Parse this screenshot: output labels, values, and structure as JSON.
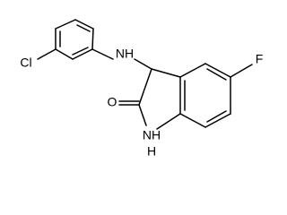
{
  "diagram": {
    "labels": {
      "chlorine": "Cl",
      "amine_nh": "NH",
      "fluorine": "F",
      "carbonyl_oxygen": "O",
      "indole_nh": "NH",
      "indole_h": "H"
    },
    "colors": {
      "bond": "#000000",
      "text": "#000000",
      "background": "#ffffff"
    }
  }
}
